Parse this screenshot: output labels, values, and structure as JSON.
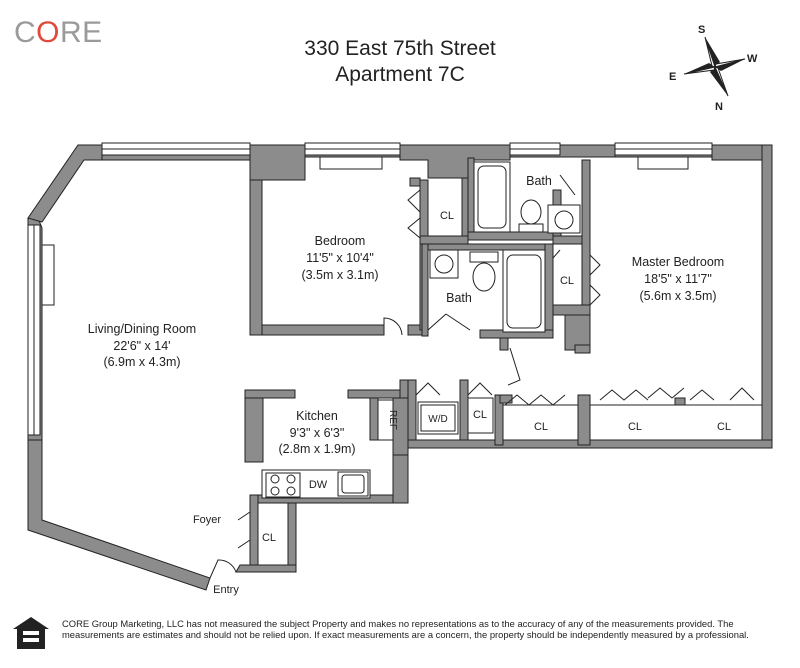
{
  "brand": {
    "logo_prefix": "C",
    "logo_o": "O",
    "logo_suffix": "RE"
  },
  "header": {
    "address_line1": "330 East 75th Street",
    "address_line2": "Apartment 7C"
  },
  "compass": {
    "s": "S",
    "w": "W",
    "e": "E",
    "n": "N"
  },
  "rooms": {
    "living": {
      "name": "Living/Dining Room",
      "dim_ft": "22'6\" x 14'",
      "dim_m": "(6.9m x 4.3m)"
    },
    "bedroom": {
      "name": "Bedroom",
      "dim_ft": "11'5\" x 10'4\"",
      "dim_m": "(3.5m x 3.1m)"
    },
    "master": {
      "name": "Master Bedroom",
      "dim_ft": "18'5\" x 11'7\"",
      "dim_m": "(5.6m x 3.5m)"
    },
    "kitchen": {
      "name": "Kitchen",
      "dim_ft": "9'3\" x 6'3\"",
      "dim_m": "(2.8m x 1.9m)"
    }
  },
  "labels": {
    "bath_top": "Bath",
    "bath_mid": "Bath",
    "cl_bedroom": "CL",
    "cl_master": "CL",
    "cl_hall": "CL",
    "cl_bottom1": "CL",
    "cl_bottom2": "CL",
    "cl_bottom3": "CL",
    "cl_entry": "CL",
    "ref": "REF",
    "wd": "W/D",
    "dw": "DW",
    "foyer": "Foyer",
    "entry": "Entry"
  },
  "disclaimer": "CORE Group Marketing, LLC has not measured the subject Property and makes no representations as to the accuracy of any of the measurements provided. The measurements are estimates and should not be relied upon. If exact measurements are a concern, the property should be independently measured by a professional.",
  "colors": {
    "wall": "#8c8c8c",
    "line": "#222222",
    "logo_gray": "#9a9a9a",
    "logo_accent": "#e04a3c"
  }
}
